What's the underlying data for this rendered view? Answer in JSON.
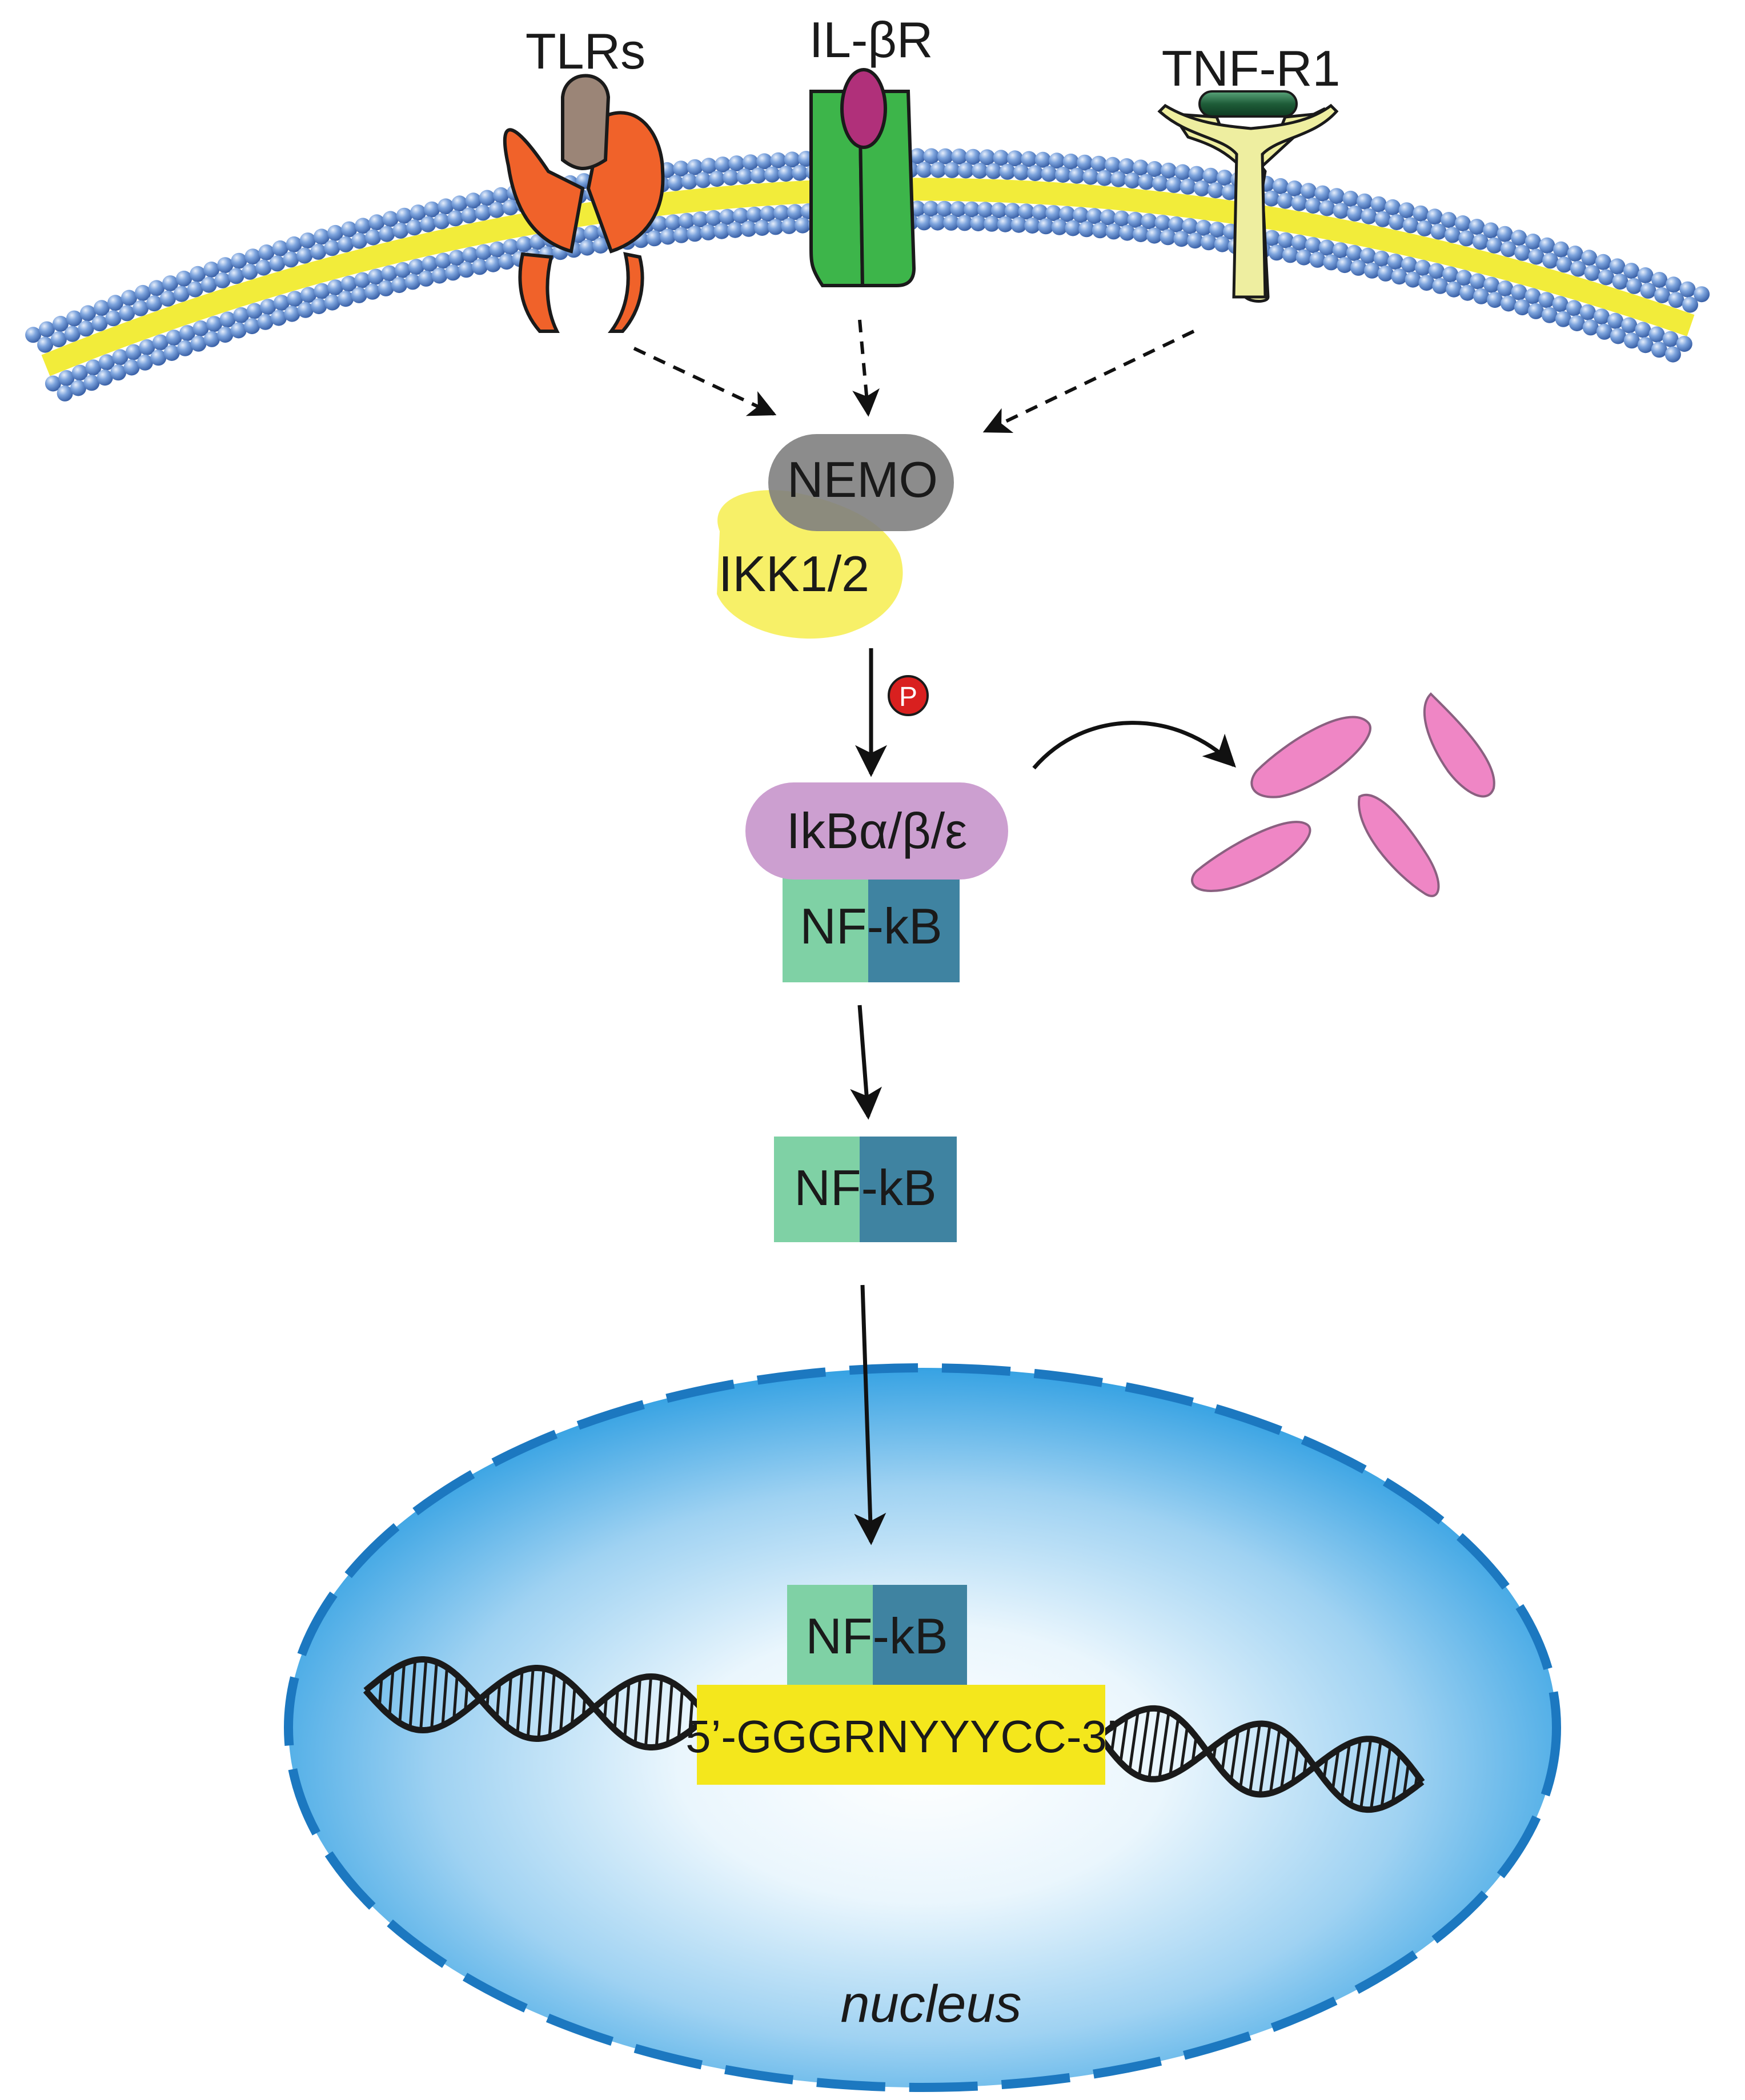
{
  "receptors": {
    "tlr": "TLRs",
    "il": "IL-βR",
    "tnf": "TNF-R1"
  },
  "complex": {
    "nemo": "NEMO",
    "ikk": "IKK1/2"
  },
  "phospho": "P",
  "ikb": "IkBα/β/ε",
  "nfkb": "NF-kB",
  "dna_motif": "5’-GGGRNYYYCC-3’",
  "nucleus_label": "nucleus",
  "colors": {
    "membrane_bead": "#6d97d4",
    "membrane_core": "#f2ec3a",
    "tlr": "#f0622a",
    "tlr_core": "#9b8577",
    "il_receptor": "#3db54a",
    "il_ligand": "#b0307a",
    "tnf_receptor": "#eeeea0",
    "tnf_ligand": "#1e5c38",
    "nemo": "#808080",
    "ikk": "#f7ef60",
    "ikb": "#cc9fd0",
    "nfkb_light": "#7fd1a5",
    "nfkb_dark": "#3f83a1",
    "fragments": "#ef86c5",
    "phospho": "#d9201f",
    "nucleus_edge": "#1c78c0",
    "motif_box": "#f4e71c"
  }
}
